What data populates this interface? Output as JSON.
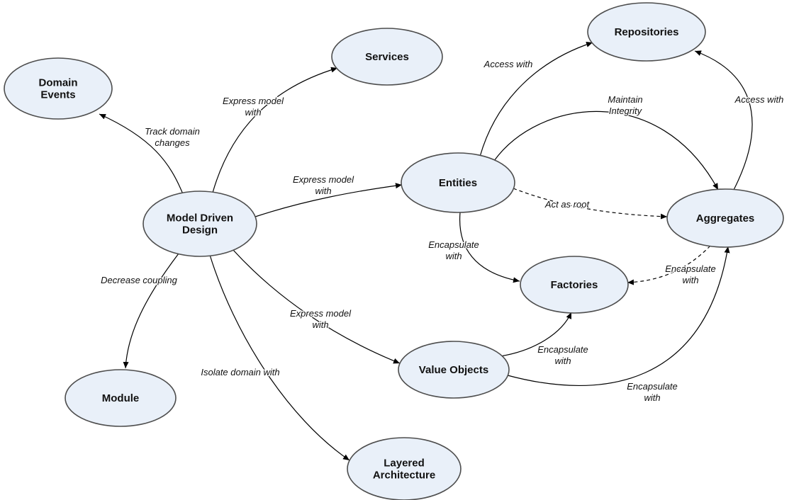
{
  "diagram": {
    "name": "Domain-Driven Design concept map",
    "colors": {
      "background": "#ffffff",
      "node_fill": "#e9f0f9",
      "node_stroke": "#4d4d4d",
      "edge": "#000000",
      "label": "#111111"
    },
    "nodes": [
      {
        "id": "domain-events",
        "label": [
          "Domain",
          "Events"
        ]
      },
      {
        "id": "services",
        "label": [
          "Services"
        ]
      },
      {
        "id": "repositories",
        "label": [
          "Repositories"
        ]
      },
      {
        "id": "model-driven-design",
        "label": [
          "Model Driven",
          "Design"
        ]
      },
      {
        "id": "entities",
        "label": [
          "Entities"
        ]
      },
      {
        "id": "aggregates",
        "label": [
          "Aggregates"
        ]
      },
      {
        "id": "factories",
        "label": [
          "Factories"
        ]
      },
      {
        "id": "value-objects",
        "label": [
          "Value Objects"
        ]
      },
      {
        "id": "module",
        "label": [
          "Module"
        ]
      },
      {
        "id": "layered-architecture",
        "label": [
          "Layered",
          "Architecture"
        ]
      }
    ],
    "edges": [
      {
        "id": "track-domain-changes",
        "from": "model-driven-design",
        "to": "domain-events",
        "label": [
          "Track domain",
          "changes"
        ],
        "style": "solid"
      },
      {
        "id": "express-model-services",
        "from": "model-driven-design",
        "to": "services",
        "label": [
          "Express model",
          "with"
        ],
        "style": "solid"
      },
      {
        "id": "express-model-entities",
        "from": "model-driven-design",
        "to": "entities",
        "label": [
          "Express model",
          "with"
        ],
        "style": "solid"
      },
      {
        "id": "express-model-value-objects",
        "from": "model-driven-design",
        "to": "value-objects",
        "label": [
          "Express model",
          "with"
        ],
        "style": "solid"
      },
      {
        "id": "decrease-coupling",
        "from": "model-driven-design",
        "to": "module",
        "label": [
          "Decrease coupling"
        ],
        "style": "solid"
      },
      {
        "id": "isolate-domain",
        "from": "model-driven-design",
        "to": "layered-architecture",
        "label": [
          "Isolate domain with"
        ],
        "style": "solid"
      },
      {
        "id": "access-with-entities",
        "from": "entities",
        "to": "repositories",
        "label": [
          "Access with"
        ],
        "style": "solid"
      },
      {
        "id": "maintain-integrity",
        "from": "entities",
        "to": "aggregates",
        "label": [
          "Maintain",
          "Integrity"
        ],
        "style": "solid"
      },
      {
        "id": "access-with-aggregates",
        "from": "aggregates",
        "to": "repositories",
        "label": [
          "Access with"
        ],
        "style": "solid"
      },
      {
        "id": "act-as-root",
        "from": "entities",
        "to": "aggregates",
        "label": [
          "Act as root"
        ],
        "style": "dashed"
      },
      {
        "id": "encapsulate-entities-factories",
        "from": "entities",
        "to": "factories",
        "label": [
          "Encapsulate",
          "with"
        ],
        "style": "solid"
      },
      {
        "id": "encapsulate-aggregates-factories",
        "from": "aggregates",
        "to": "factories",
        "label": [
          "Encapsulate",
          "with"
        ],
        "style": "dashed"
      },
      {
        "id": "encapsulate-vo-factories",
        "from": "value-objects",
        "to": "factories",
        "label": [
          "Encapsulate",
          "with"
        ],
        "style": "solid"
      },
      {
        "id": "encapsulate-vo-aggregates",
        "from": "value-objects",
        "to": "aggregates",
        "label": [
          "Encapsulate",
          "with"
        ],
        "style": "solid"
      }
    ]
  }
}
